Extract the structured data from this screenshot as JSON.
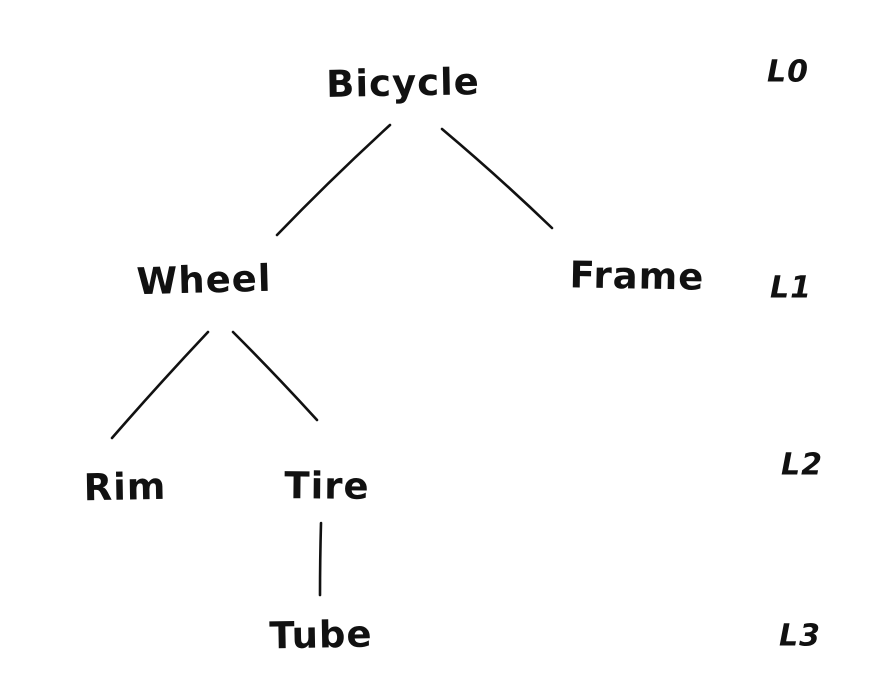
{
  "diagram": {
    "type": "tree",
    "ink_color": "#111111",
    "background_color": "#ffffff",
    "nodes": [
      {
        "id": "bicycle",
        "label": "Bicycle",
        "level": "L0"
      },
      {
        "id": "wheel",
        "label": "Wheel",
        "level": "L1"
      },
      {
        "id": "frame",
        "label": "Frame",
        "level": "L1"
      },
      {
        "id": "rim",
        "label": "Rim",
        "level": "L2"
      },
      {
        "id": "tire",
        "label": "Tire",
        "level": "L2"
      },
      {
        "id": "tube",
        "label": "Tube",
        "level": "L3"
      }
    ],
    "edges": [
      {
        "from": "Bicycle",
        "to": "Wheel"
      },
      {
        "from": "Bicycle",
        "to": "Frame"
      },
      {
        "from": "Wheel",
        "to": "Rim"
      },
      {
        "from": "Wheel",
        "to": "Tire"
      },
      {
        "from": "Tire",
        "to": "Tube"
      }
    ],
    "level_labels": [
      "L0",
      "L1",
      "L2",
      "L3"
    ]
  }
}
